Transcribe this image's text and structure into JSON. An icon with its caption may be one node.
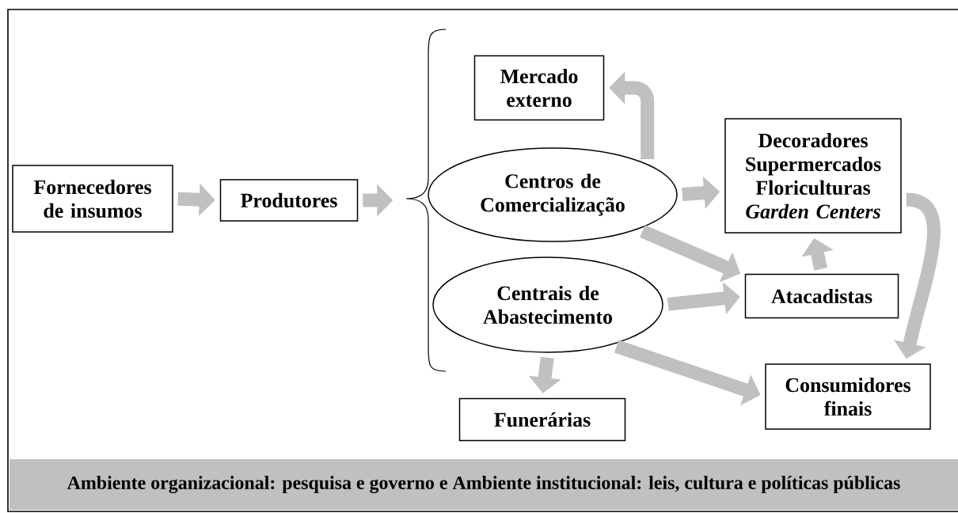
{
  "diagram": {
    "nodes": [
      {
        "text": [
          "Fornecedores de insumos"
        ]
      },
      {
        "text": [
          "Produtores"
        ]
      },
      {
        "text": [
          "Mercado externo"
        ]
      },
      {
        "text": [
          "Centros de Comercialização"
        ]
      },
      {
        "text": [
          "Centrais de Abastecimento"
        ]
      },
      {
        "text": [
          "Decoradores",
          "Supermercados",
          "Floriculturas",
          "*Garden Centers*"
        ]
      },
      {
        "text": [
          "Atacadistas"
        ]
      },
      {
        "text": [
          "Consumidores finais"
        ]
      },
      {
        "text": [
          "Funerárias"
        ]
      },
      {
        "text": [
          "Ambiente organizacional: pesquisa e governo e Ambiente institucional: leis, cultura e políticas públicas"
        ]
      }
    ],
    "edges": [
      {
        "from": 0,
        "to": 1,
        "arrow": "to"
      },
      {
        "from": 1,
        "to": null,
        "arrow": "to"
      },
      {
        "from": 3,
        "to": 2,
        "arrow": "to"
      },
      {
        "from": 3,
        "to": 5,
        "arrow": "to"
      },
      {
        "from": 3,
        "to": 6,
        "arrow": "to"
      },
      {
        "from": 4,
        "to": 6,
        "arrow": "to"
      },
      {
        "from": 4,
        "to": 7,
        "arrow": "to"
      },
      {
        "from": 4,
        "to": 8,
        "arrow": "to"
      },
      {
        "from": 6,
        "to": 5,
        "arrow": "to"
      },
      {
        "from": 5,
        "to": 7,
        "arrow": "to"
      }
    ]
  }
}
